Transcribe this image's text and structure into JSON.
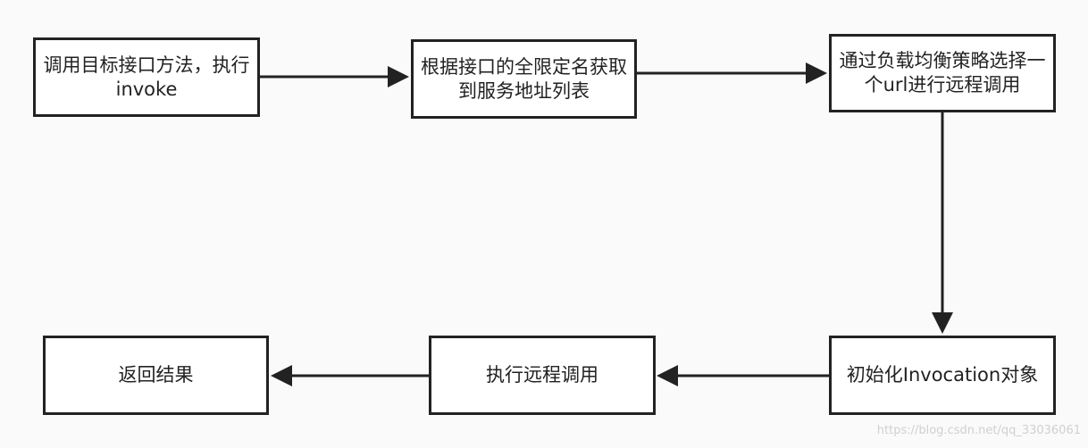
{
  "flowchart": {
    "nodes": [
      {
        "id": "n1",
        "label": "调用目标接口方法，执行invoke"
      },
      {
        "id": "n2",
        "label": "根据接口的全限定名获取到服务地址列表"
      },
      {
        "id": "n3",
        "label": "通过负载均衡策略选择一个url进行远程调用"
      },
      {
        "id": "n4",
        "label": "初始化Invocation对象"
      },
      {
        "id": "n5",
        "label": "执行远程调用"
      },
      {
        "id": "n6",
        "label": "返回结果"
      }
    ],
    "edges": [
      {
        "from": "n1",
        "to": "n2"
      },
      {
        "from": "n2",
        "to": "n3"
      },
      {
        "from": "n3",
        "to": "n4"
      },
      {
        "from": "n4",
        "to": "n5"
      },
      {
        "from": "n5",
        "to": "n6"
      }
    ]
  },
  "watermark": "https://blog.csdn.net/qq_33036061",
  "colors": {
    "stroke": "#222222",
    "background": "#fafafa",
    "node_fill": "#ffffff"
  }
}
